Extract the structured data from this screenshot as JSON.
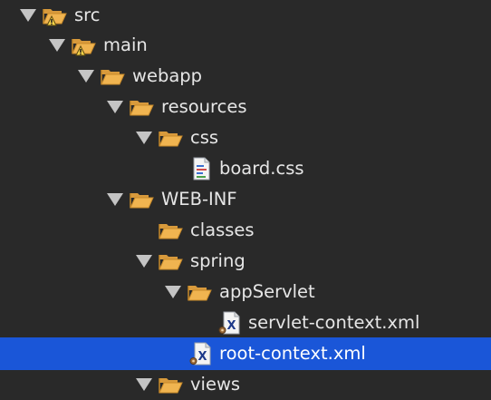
{
  "tree": {
    "items": [
      {
        "label": "src",
        "depth": 0,
        "expanded": true,
        "icon": "warning-folder-icon"
      },
      {
        "label": "main",
        "depth": 1,
        "expanded": true,
        "icon": "warning-folder-icon"
      },
      {
        "label": "webapp",
        "depth": 2,
        "expanded": true,
        "icon": "open-folder-icon"
      },
      {
        "label": "resources",
        "depth": 3,
        "expanded": true,
        "icon": "open-folder-icon"
      },
      {
        "label": "css",
        "depth": 4,
        "expanded": true,
        "icon": "open-folder-icon"
      },
      {
        "label": "board.css",
        "depth": 5,
        "expanded": null,
        "icon": "css-file-icon"
      },
      {
        "label": "WEB-INF",
        "depth": 3,
        "expanded": true,
        "icon": "open-folder-icon"
      },
      {
        "label": "classes",
        "depth": 4,
        "expanded": null,
        "icon": "open-folder-icon"
      },
      {
        "label": "spring",
        "depth": 4,
        "expanded": true,
        "icon": "open-folder-icon"
      },
      {
        "label": "appServlet",
        "depth": 5,
        "expanded": true,
        "icon": "open-folder-icon"
      },
      {
        "label": "servlet-context.xml",
        "depth": 6,
        "expanded": null,
        "icon": "xml-file-icon"
      },
      {
        "label": "root-context.xml",
        "depth": 5,
        "expanded": null,
        "icon": "xml-file-icon",
        "selected": true
      },
      {
        "label": "views",
        "depth": 4,
        "expanded": true,
        "icon": "open-folder-icon"
      }
    ]
  },
  "colors": {
    "background": "#292929",
    "selection": "#1a56d8",
    "text": "#e6e6e6",
    "twisty": "#c4c4c4",
    "folder": "#f0b450"
  }
}
